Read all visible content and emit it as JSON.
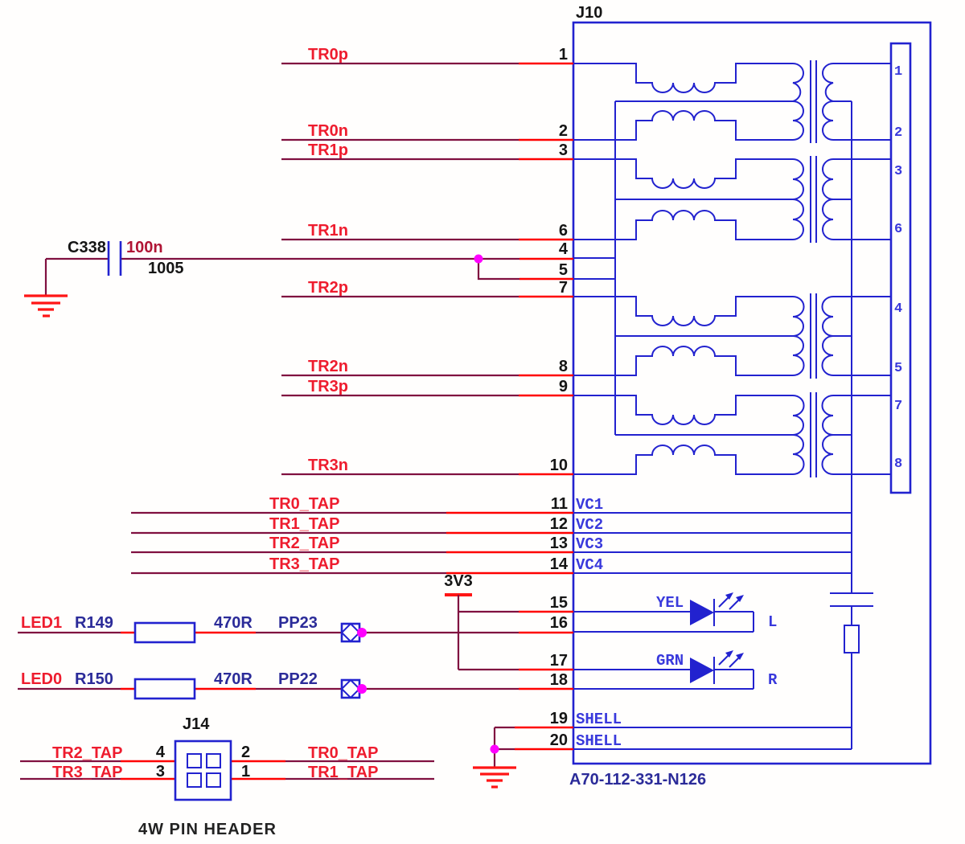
{
  "palette": {
    "component_blue": "#2222cf",
    "ref_navy": "#2b2b99",
    "net_label_red": "#ee1c2e",
    "wire_maroon": "#801040",
    "wire_red": "#ff0000",
    "junction_magenta": "#ff00ff",
    "pin_text_blue": "#3939dc",
    "value_dark_red": "#b01535",
    "text_black": "#151515"
  },
  "j10": {
    "ref": "J10",
    "part_number": "A70-112-331-N126",
    "left_pin_numbers": [
      "1",
      "2",
      "3",
      "6",
      "4",
      "5",
      "7",
      "8",
      "9",
      "10",
      "11",
      "12",
      "13",
      "14",
      "15",
      "16",
      "17",
      "18",
      "19",
      "20"
    ],
    "right_pin_numbers": [
      "1",
      "2",
      "3",
      "6",
      "4",
      "5",
      "7",
      "8"
    ],
    "tap_pin_labels": [
      "VC1",
      "VC2",
      "VC3",
      "VC4"
    ],
    "shell_pin_labels": [
      "SHELL",
      "SHELL"
    ],
    "leds": [
      {
        "color": "YEL",
        "side": "L"
      },
      {
        "color": "GRN",
        "side": "R"
      }
    ]
  },
  "net_labels": {
    "pairs": [
      "TR0p",
      "TR0n",
      "TR1p",
      "TR1n",
      "TR2p",
      "TR2n",
      "TR3p",
      "TR3n"
    ],
    "taps": [
      "TR0_TAP",
      "TR1_TAP",
      "TR2_TAP",
      "TR3_TAP"
    ]
  },
  "capacitor": {
    "ref": "C338",
    "value": "100n",
    "footprint": "1005"
  },
  "power_rail": {
    "name": "3V3"
  },
  "led_drivers": [
    {
      "net": "LED1",
      "resistor_ref": "R149",
      "resistor_value": "470R",
      "test_point": "PP23"
    },
    {
      "net": "LED0",
      "resistor_ref": "R150",
      "resistor_value": "470R",
      "test_point": "PP22"
    }
  ],
  "j14": {
    "ref": "J14",
    "caption": "4W PIN HEADER",
    "left_pins": [
      {
        "num": "4",
        "net": "TR2_TAP"
      },
      {
        "num": "3",
        "net": "TR3_TAP"
      }
    ],
    "right_pins": [
      {
        "num": "2",
        "net": "TR0_TAP"
      },
      {
        "num": "1",
        "net": "TR1_TAP"
      }
    ]
  }
}
